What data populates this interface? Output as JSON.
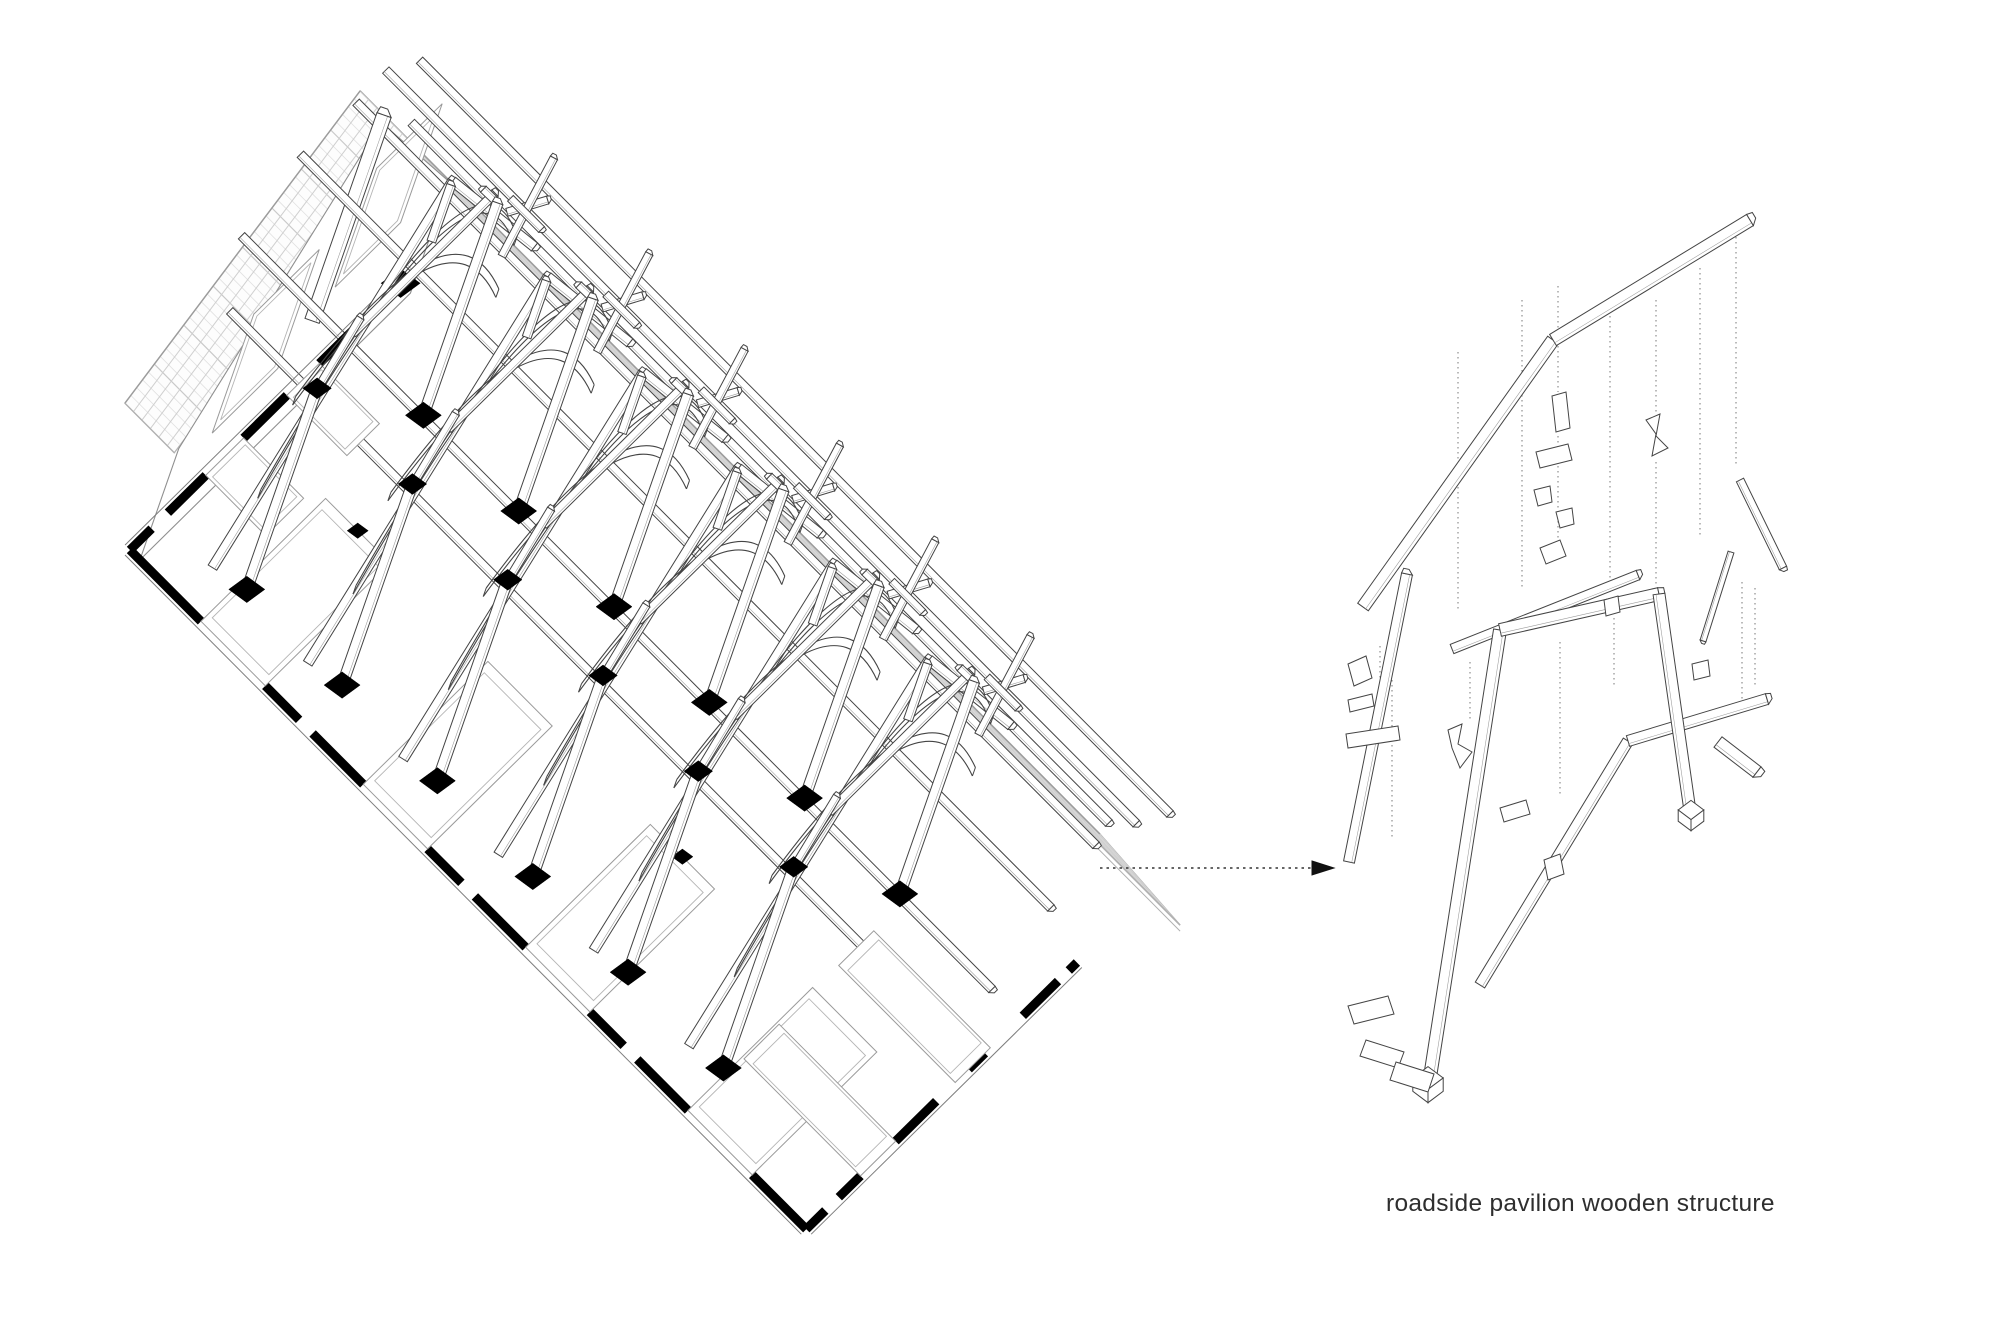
{
  "caption": {
    "text": "roadside pavilion wooden structure"
  },
  "arrow": {
    "style": "dotted",
    "direction": "right"
  },
  "palette": {
    "background": "#ffffff",
    "line": "#444444",
    "soft_line": "#999999",
    "hatch_light": "#e0e0e0",
    "hatch_mid": "#c9c9c9",
    "roof_border": "#b5b5b5",
    "wall_black": "#000000",
    "caption_color": "#2e2e2e"
  },
  "left_drawing": {
    "name": "pavilion cutaway axonometric",
    "truss_count": 6,
    "gable_window_count": 2,
    "column_base_marker": "black-diamond"
  },
  "right_drawing": {
    "name": "exploded wooden frame detail",
    "leader_line_style": "dotted"
  }
}
